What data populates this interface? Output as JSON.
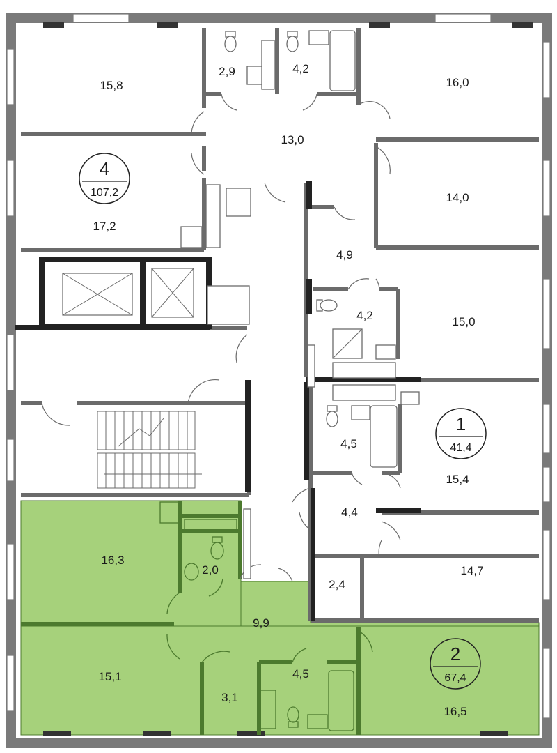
{
  "colors": {
    "highlight_fill": "#a6d17b",
    "highlight_wall": "#4c7a2e",
    "wall": "#6b6b6b",
    "window": "#333333",
    "dark_wall": "#222222"
  },
  "apartments": [
    {
      "number": "4",
      "area": "107,2"
    },
    {
      "number": "1",
      "area": "41,4"
    },
    {
      "number": "2",
      "area": "67,4"
    }
  ],
  "rooms": {
    "r_15_8": "15,8",
    "r_2_9": "2,9",
    "r_4_2_top": "4,2",
    "r_16_0": "16,0",
    "r_13_0": "13,0",
    "r_17_2": "17,2",
    "r_14_0": "14,0",
    "r_4_9": "4,9",
    "r_4_2_mid": "4,2",
    "r_15_0": "15,0",
    "r_4_5_mid": "4,5",
    "r_15_4": "15,4",
    "r_4_4": "4,4",
    "r_14_7": "14,7",
    "r_2_4": "2,4",
    "r_16_3": "16,3",
    "r_2_0": "2,0",
    "r_9_9": "9,9",
    "r_15_1": "15,1",
    "r_3_1": "3,1",
    "r_4_5_bot": "4,5",
    "r_16_5": "16,5"
  },
  "icons": [
    "toilet-icon",
    "sink-icon",
    "bathtub-icon",
    "shower-icon",
    "elevator-icon",
    "stairs-icon"
  ]
}
